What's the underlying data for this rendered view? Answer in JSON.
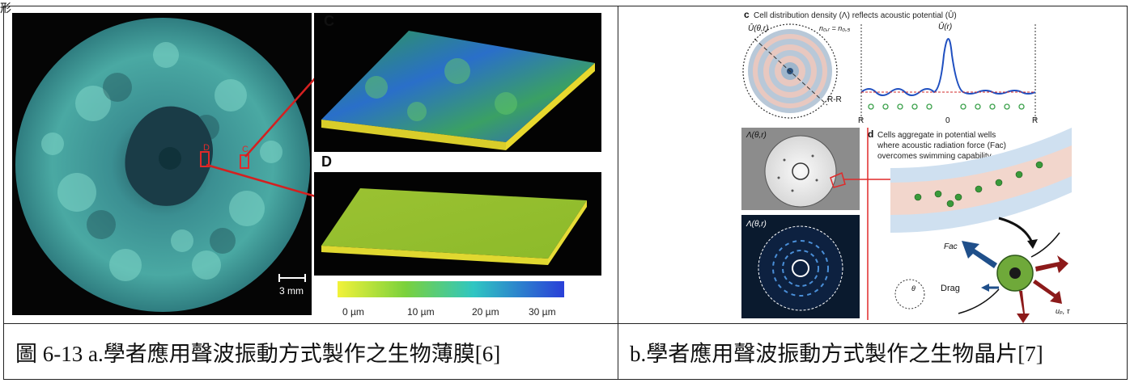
{
  "corner_mark": "形",
  "panel_a": {
    "label_c": "C",
    "label_d": "D",
    "scale_bar": "3 mm",
    "colorbar_ticks": [
      "0 µm",
      "10 µm",
      "20 µm",
      "30 µm"
    ]
  },
  "panel_b": {
    "c_title_letter": "c",
    "c_title": "Cell distribution density (Λ) reflects acoustic potential (Û)",
    "c_u_theta_r": "Û(θ,r)",
    "c_n_eq": "n₀,ᵣ = n₀,₅",
    "c_u_r": "Û(r)",
    "c_rr": "R-R",
    "c_axis_ticks": [
      "R",
      "0",
      "R"
    ],
    "d_letter": "d",
    "d_text": [
      "Cells aggregate in potential wells",
      "where acoustic radiation force (Fac)",
      "overcomes swimming capability"
    ],
    "lambda_label_1": "Λ(θ,r)",
    "lambda_label_2": "Λ(θ,r)",
    "f_ac": "Fac",
    "drag": "Drag",
    "u_tau": "uₚ, τ",
    "theta": "θ"
  },
  "captions": {
    "left": "圖 6-13 a.學者應用聲波振動方式製作之生物薄膜[6]",
    "right": "b.學者應用聲波振動方式製作之生物晶片[7]"
  }
}
